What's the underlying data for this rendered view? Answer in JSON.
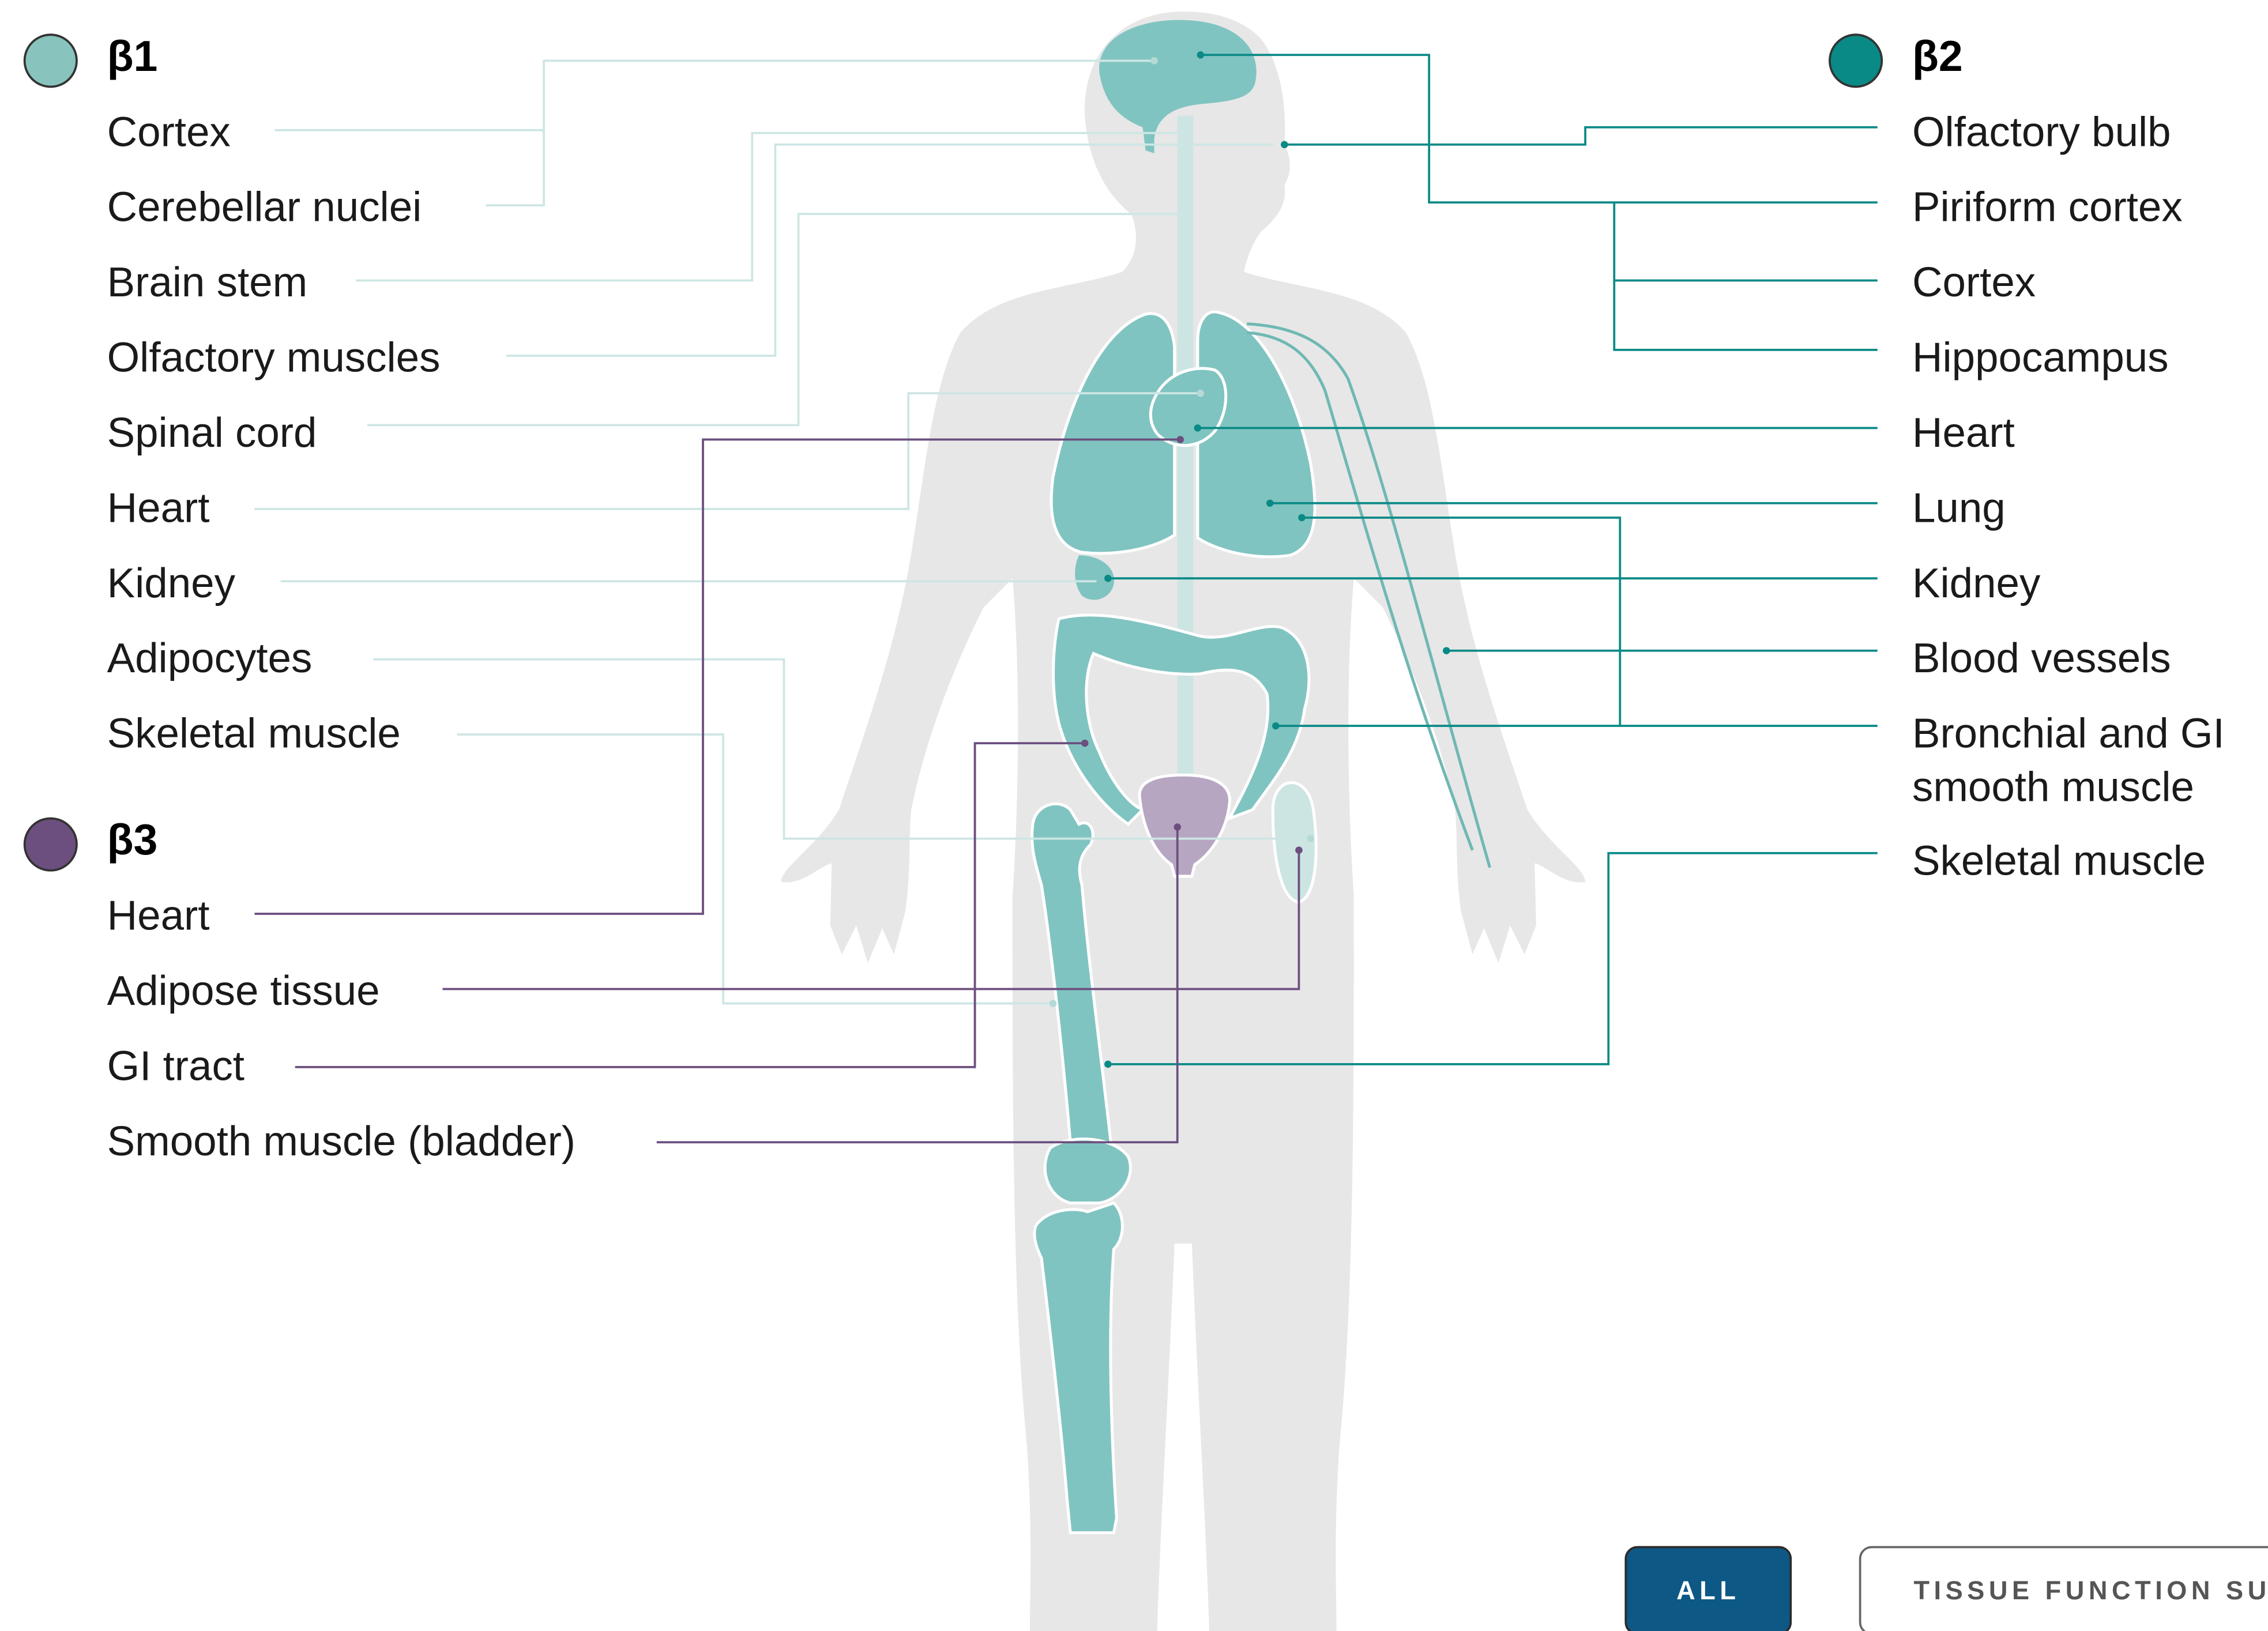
{
  "colors": {
    "beta1": "#88c3bd",
    "beta2": "#0a8a86",
    "beta3": "#6c4f7e",
    "organ_teal": "#80c4c1",
    "bladder": "#b7a6c2",
    "body_silhouette": "#e7e7e7",
    "button_active_bg": "#0d5885",
    "button_border": "#666666"
  },
  "groups": {
    "beta1": {
      "title": "β1",
      "items": [
        "Cortex",
        "Cerebellar nuclei",
        "Brain stem",
        "Olfactory muscles",
        "Spinal cord",
        "Heart",
        "Kidney",
        "Adipocytes",
        "Skeletal muscle"
      ]
    },
    "beta2": {
      "title": "β2",
      "items": [
        "Olfactory bulb",
        "Piriform cortex",
        "Cortex",
        "Hippocampus",
        "Heart",
        "Lung",
        "Kidney",
        "Blood vessels",
        "Bronchial and GI",
        "smooth muscle",
        "Skeletal muscle"
      ]
    },
    "beta3": {
      "title": "β3",
      "items": [
        "Heart",
        "Adipose tissue",
        "GI tract",
        "Smooth muscle (bladder)"
      ]
    }
  },
  "buttons": {
    "all": "ALL",
    "tissue_function": "TISSUE FUNCTION SU"
  }
}
